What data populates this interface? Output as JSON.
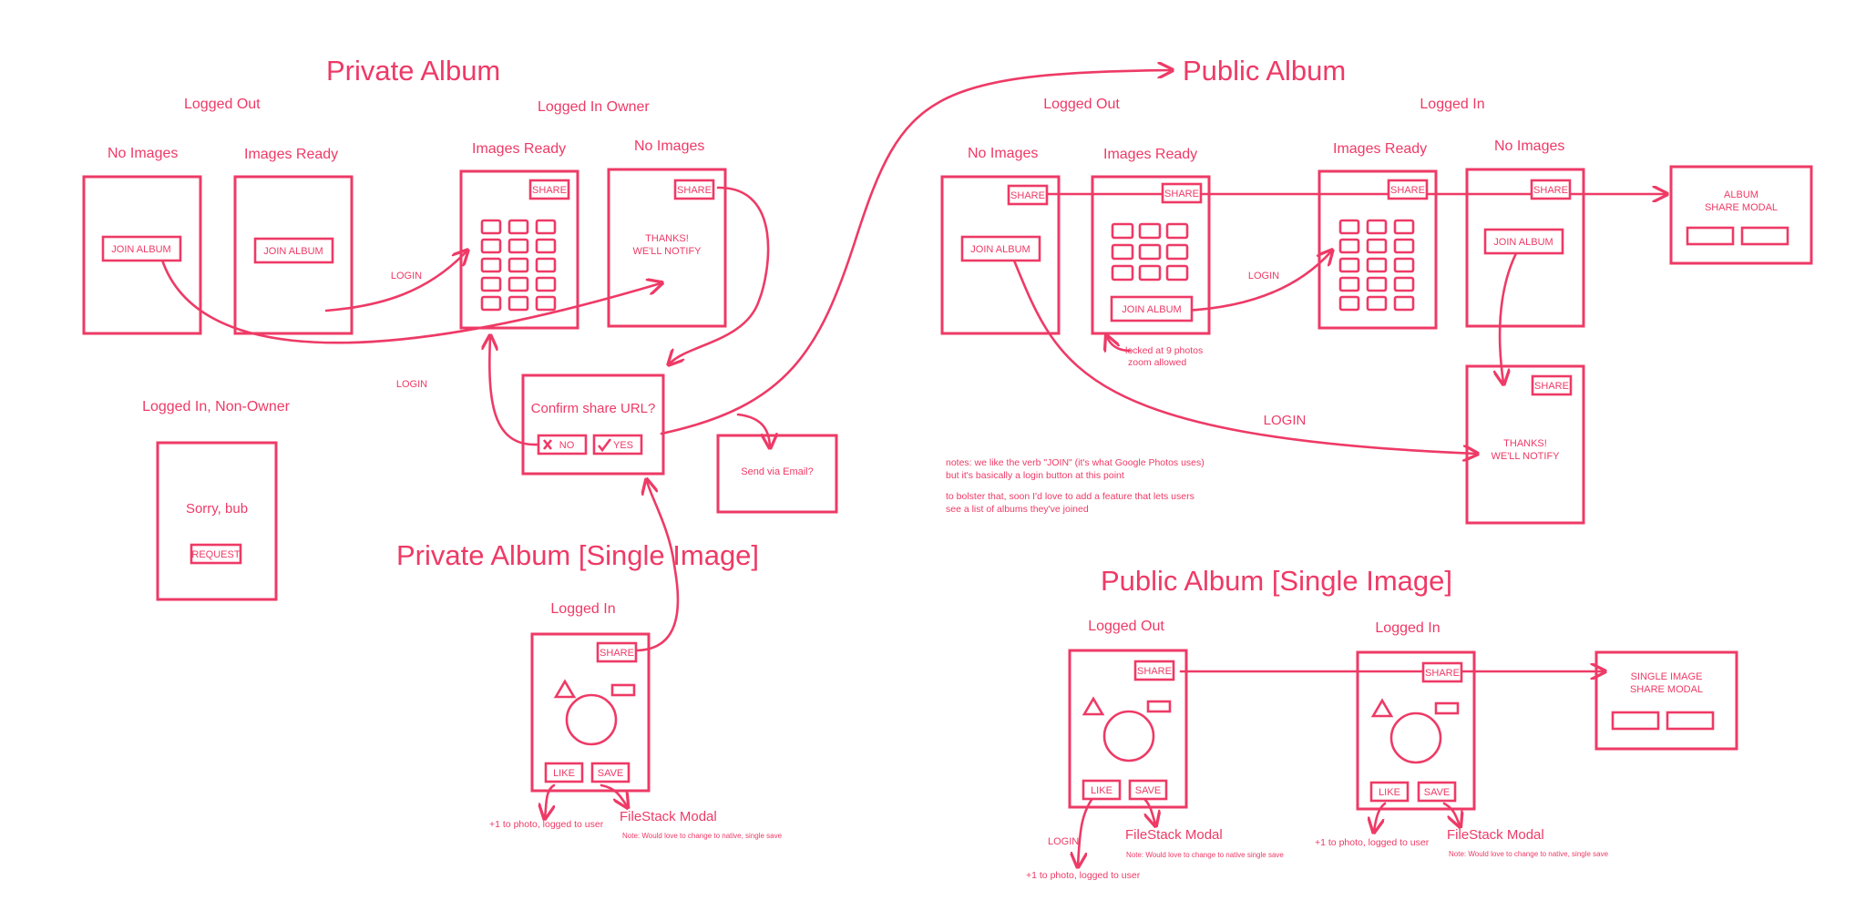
{
  "colors": {
    "ink": "#ee3a66",
    "paper": "#ffffff"
  },
  "private_album": {
    "title": "Private Album",
    "logged_out": "Logged Out",
    "logged_in_owner": "Logged In Owner",
    "logged_in_non_owner": "Logged In, Non-Owner",
    "no_images": "No Images",
    "images_ready": "Images Ready",
    "images_ready_owner": "Images Ready",
    "no_images_owner": "No Images",
    "join_album": "JOIN ALBUM",
    "join_album_2": "JOIN ALBUM",
    "share": "SHARE",
    "share_2": "SHARE",
    "thanks": [
      "THANKS!",
      "WE'LL NOTIFY"
    ],
    "sorry": "Sorry, bub",
    "request": "REQUEST",
    "login_1": "LOGIN",
    "login_2": "LOGIN"
  },
  "confirm_modal": {
    "question": "Confirm share URL?",
    "no": "NO",
    "yes": "YES"
  },
  "send_email": "Send via Email?",
  "private_single": {
    "title": "Private Album [Single Image]",
    "logged_in": "Logged In",
    "share": "SHARE",
    "like": "LIKE",
    "save": "SAVE",
    "plus_one": "+1 to photo, logged to user",
    "filestack": "FileStack Modal",
    "filestack_note": "Note: Would love to change to native, single save"
  },
  "public_album": {
    "title": "Public Album",
    "logged_out": "Logged Out",
    "logged_in": "Logged In",
    "no_images": "No Images",
    "images_ready": "Images Ready",
    "images_ready_in": "Images Ready",
    "no_images_in": "No Images",
    "share_1": "SHARE",
    "share_2": "SHARE",
    "share_3": "SHARE",
    "share_4": "SHARE",
    "share_5": "SHARE",
    "join_1": "JOIN ALBUM",
    "join_2": "JOIN ALBUM",
    "join_3": "JOIN ALBUM",
    "locked_note": [
      "locked at 9 photos",
      "zoom allowed"
    ],
    "login_1": "LOGIN",
    "login_2": "LOGIN",
    "album_share_modal": [
      "ALBUM",
      "SHARE MODAL"
    ],
    "thanks": [
      "THANKS!",
      "WE'LL NOTIFY"
    ]
  },
  "notes": [
    "notes: we like the verb \"JOIN\" (it's what Google Photos uses)",
    "but it's basically a login button at this point",
    "to bolster that, soon I'd love to add a feature that lets users",
    "see a list of albums they've joined"
  ],
  "public_single": {
    "title": "Public Album [Single Image]",
    "logged_out": "Logged Out",
    "logged_in": "Logged In",
    "share_1": "SHARE",
    "share_2": "SHARE",
    "like_1": "LIKE",
    "save_1": "SAVE",
    "like_2": "LIKE",
    "save_2": "SAVE",
    "login": "LOGIN",
    "plus_one_1": "+1 to photo, logged to user",
    "plus_one_2": "+1 to photo, logged to user",
    "filestack_1": "FileStack Modal",
    "filestack_2": "FileStack Modal",
    "filestack_note_1": "Note: Would love to change to native single save",
    "filestack_note_2": "Note: Would love to change to native, single save",
    "single_share_modal": [
      "SINGLE IMAGE",
      "SHARE MODAL"
    ]
  }
}
